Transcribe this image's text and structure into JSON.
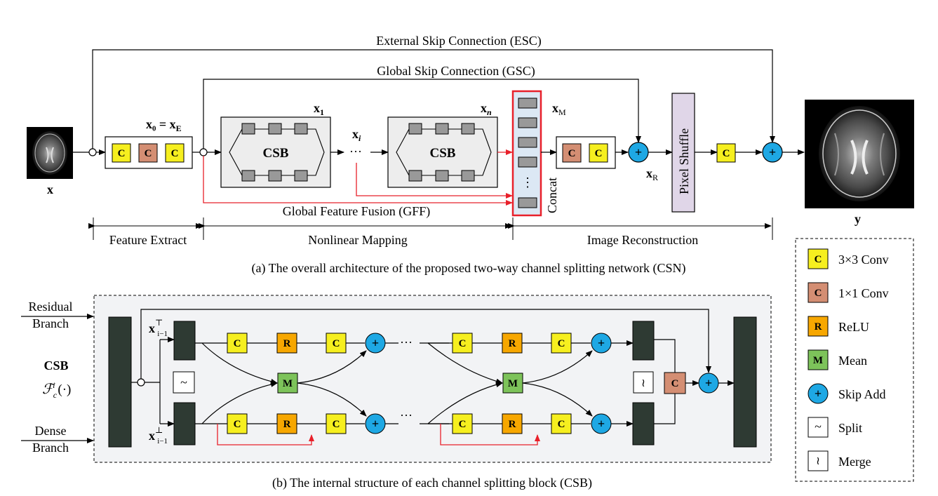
{
  "colors": {
    "conv3": "#f6ef1f",
    "conv1": "#d48e73",
    "relu": "#f7a700",
    "mean": "#7dc35a",
    "skip_add": "#1ea8e4",
    "block_fill": "#ededed",
    "dark_feature": "#2e3a33",
    "concat_fill": "#dce8f4",
    "pixel_shuffle": "#e0d6e8",
    "red": "#e8202a"
  },
  "top": {
    "esc_label": "External Skip Connection (ESC)",
    "gsc_label": "Global Skip Connection (GSC)",
    "gff_label": "Global Feature Fusion (GFF)",
    "input_label": "x",
    "x0_label": "x₀ = x",
    "x0_sub": "E",
    "x1_label": "x",
    "x1_sub": "1",
    "xi_label": "x",
    "xi_sub": "i",
    "xn_label": "x",
    "xn_sub": "n",
    "xm_label": "x",
    "xm_sub": "M",
    "xr_label": "x",
    "xr_sub": "R",
    "csb_label": "CSB",
    "ellipsis": "···",
    "concat_dots": "⋮",
    "concat_label": "Concat",
    "pixel_shuffle_label": "Pixel Shuffle",
    "output_label": "y",
    "stage_feature": "Feature Extract",
    "stage_mapping": "Nonlinear Mapping",
    "stage_recon": "Image Reconstruction",
    "caption_a": "(a) The overall architecture of the proposed two-way channel splitting network (CSN)"
  },
  "block": {
    "c": "C",
    "r": "R",
    "m": "M",
    "plus": "+",
    "split": "~",
    "merge": "≀",
    "ellipsis": "···"
  },
  "csb_detail": {
    "residual_line1": "Residual",
    "residual_line2": "Branch",
    "dense_line1": "Dense",
    "dense_line2": "Branch",
    "csb_title": "CSB",
    "csb_func": "ℱ",
    "csb_func_sub": "c",
    "csb_func_sup": "i",
    "csb_func_arg": "(·)",
    "x_top_label": "x",
    "x_top_sup": "⊤",
    "x_top_sub": "i−1",
    "x_bot_label": "x",
    "x_bot_sup": "⊥",
    "x_bot_sub": "i−1",
    "caption_b": "(b) The internal structure of each channel splitting block (CSB)"
  },
  "legend": {
    "items": [
      {
        "symbol": "C",
        "label": "3×3 Conv"
      },
      {
        "symbol": "C",
        "label": "1×1 Conv"
      },
      {
        "symbol": "R",
        "label": "ReLU"
      },
      {
        "symbol": "M",
        "label": "Mean"
      },
      {
        "symbol": "+",
        "label": "Skip Add"
      },
      {
        "symbol": "~",
        "label": "Split"
      },
      {
        "symbol": "≀",
        "label": "Merge"
      }
    ]
  }
}
